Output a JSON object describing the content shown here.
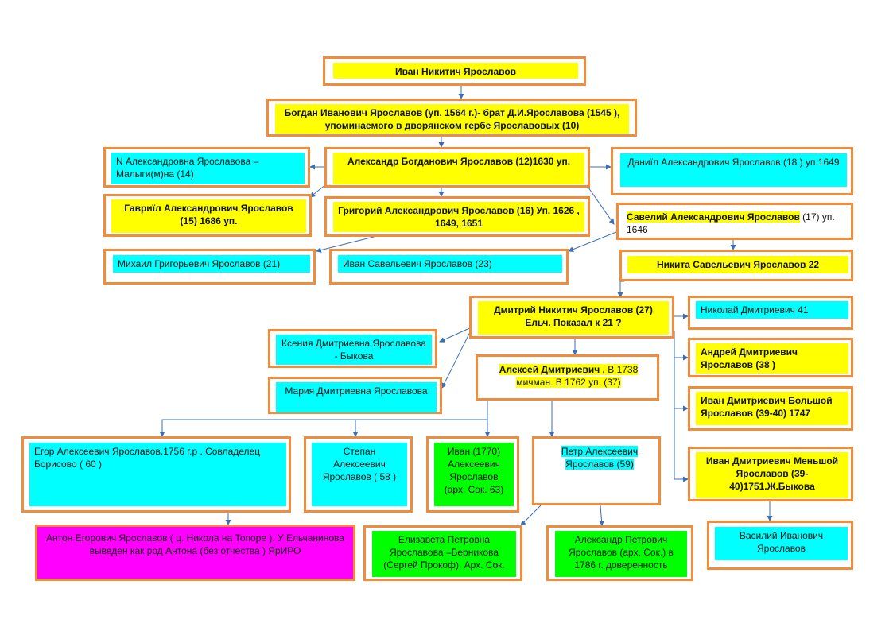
{
  "colors": {
    "border": "#f28c3a",
    "yellow": "#ffff00",
    "cyan": "#00ffff",
    "green": "#00ff00",
    "magenta": "#ff00ff",
    "connector": "#3a6fb5"
  },
  "nodes": {
    "ivan_nikitich": "Иван  Никитич  Ярославов",
    "bogdan": "Богдан  Иванович  Ярославов  (уп. 1564 г.)- брат Д.И.Ярославова (1545 ), упоминаемого в  дворянском гербе  Ярославовых  (10)",
    "n_aleksandrovna": "N  Александровна Ярославова – Малыги(м)на   (14)",
    "aleksandr": "Александр  Богданович  Ярославов  (12)1630 уп.",
    "daniil": "Даниїл     Александрович  Ярославов  (18 ) уп.1649",
    "gavriil": "Гавриїл  Александрович  Ярославов (15)  1686  уп.",
    "grigoriy": "Григорий  Александрович  Ярославов  (16) Уп. 1626 , 1649, 1651",
    "saveliy_main": "Савелий  Александрович  Ярославов",
    "saveliy_rest": " (17) уп. 1646",
    "mikhail": "Михаил  Григорьевич  Ярославов (21)",
    "ivan_savelievich": "Иван  Савельевич   Ярославов  (23)",
    "nikita": "Никита  Савельевич  Ярославов   22",
    "dmitriy": "Дмитрий  Никитич  Ярославов  (27) Ельч.  Показал к 21 ?",
    "nikolay": "Николай  Дмитриевич 41",
    "kseniya": "Ксения Дмитриевна Ярославова - Быкова",
    "aleksey_main": "Алексей  Дмитриевич .",
    "aleksey_rest": " В 1738 мичман. В 1762  уп. (37)",
    "andrey": "Андрей  Дмитриевич Ярославов  (38 )",
    "mariya": "Мария    Дмитриевна Ярославова",
    "ivan_bolshoy": "Иван  Дмитриевич  Большой Ярославов  (39-40) 1747",
    "ivan_menshoy": "Иван Дмитриевич  Меньшой Ярославов   (39-40)1751.Ж.Быкова",
    "egor": "Егор  Алексеевич  Ярославов.1756 г.р . Совладелец  Борисово ( 60 )",
    "stepan": "Степан Алексеевич Ярославов  ( 58 )",
    "ivan_1770": "Иван  (1770) Алексеевич Ярославов (арх. Сок. 63)",
    "petr": "Петр Алексеевич Ярославов (59)",
    "vasiliy": "Василий  Иванович Ярославов",
    "anton": "Антон Егорович   Ярославов  ( ц.  Никола на Топоре ). У Ельчанинова   выведен   как  род Антона  (без отчества ) ЯрИРО",
    "elizaveta": "Елизавета Петровна Ярославова –Берникова (Сергей Прокоф). Арх.  Сок.",
    "aleksandr_petrovich": "Александр  Петрович Ярославов (арх. Сок.) в 1786  г. доверенность"
  }
}
